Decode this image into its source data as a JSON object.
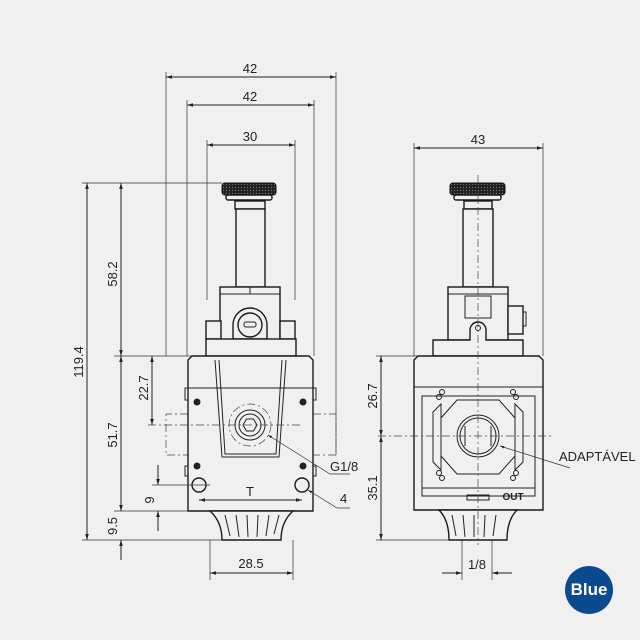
{
  "front_view": {
    "dims": {
      "overall_width": "42",
      "body_width": "42",
      "upper_width": "30",
      "total_height": "119.4",
      "upper_height": "58.2",
      "body_height": "51.7",
      "port_offset": "22.7",
      "hole_offset": "9",
      "base_height": "9.5",
      "hole_spacing": "T",
      "base_width": "28.5"
    },
    "callouts": {
      "port_thread": "G1/8",
      "holes": "4"
    }
  },
  "side_view": {
    "dims": {
      "width": "43",
      "upper_port_height": "26.7",
      "lower_port_height": "35.1",
      "outlet_size": "1/8"
    },
    "callouts": {
      "adapter": "ADAPTÁVEL",
      "outlet_label": "OUT"
    }
  },
  "brand_badge": {
    "label": "Blue",
    "color": "#0b4a8e"
  }
}
